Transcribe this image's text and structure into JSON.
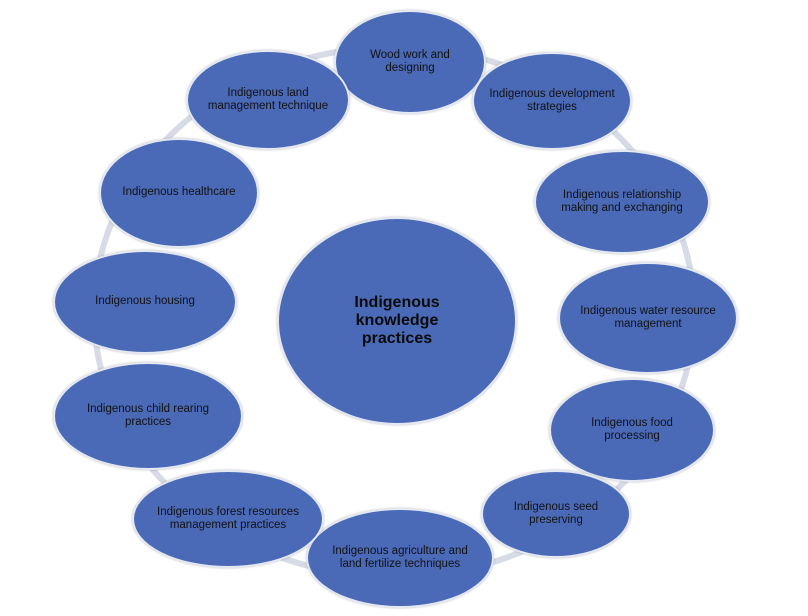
{
  "diagram": {
    "colors": {
      "node_fill": "#4a6ab8",
      "node_border": "#e4e8f2",
      "ring": "#d6dbe6",
      "text": "#111111"
    },
    "center": {
      "label": "Indigenous knowledge practices"
    },
    "nodes": [
      {
        "id": "wood-work",
        "label": "Wood work and designing"
      },
      {
        "id": "development-strategies",
        "label": "Indigenous development strategies"
      },
      {
        "id": "relationship-making",
        "label": "Indigenous relationship making and exchanging"
      },
      {
        "id": "water-resource",
        "label": "Indigenous water resource management"
      },
      {
        "id": "food-processing",
        "label": "Indigenous food processing"
      },
      {
        "id": "seed-preserving",
        "label": "Indigenous seed preserving"
      },
      {
        "id": "agriculture",
        "label": "Indigenous agriculture and land fertilize techniques"
      },
      {
        "id": "forest-resources",
        "label": "Indigenous forest resources management practices"
      },
      {
        "id": "child-rearing",
        "label": "Indigenous child rearing practices"
      },
      {
        "id": "housing",
        "label": "Indigenous housing"
      },
      {
        "id": "healthcare",
        "label": "Indigenous healthcare"
      },
      {
        "id": "land-management",
        "label": "Indigenous land management technique"
      }
    ]
  }
}
